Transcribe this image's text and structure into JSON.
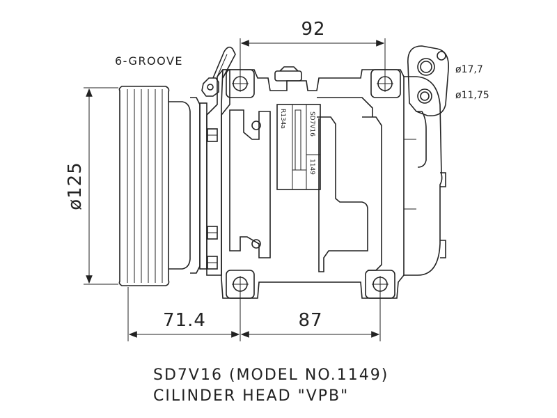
{
  "dimensions": {
    "top_width": "92",
    "pulley_diameter": "ø125",
    "pulley_offset": "71.4",
    "bottom_width": "87"
  },
  "notes": {
    "groove": "6-GROOVE",
    "port_large": "ø17,7",
    "port_small": "ø11,75"
  },
  "nameplate": {
    "model": "SD7V16",
    "number": "1149",
    "refrigerant": "R134a"
  },
  "caption": {
    "line1": "SD7V16 (MODEL NO.1149)",
    "line2": "CILINDER HEAD \"VPB\""
  }
}
